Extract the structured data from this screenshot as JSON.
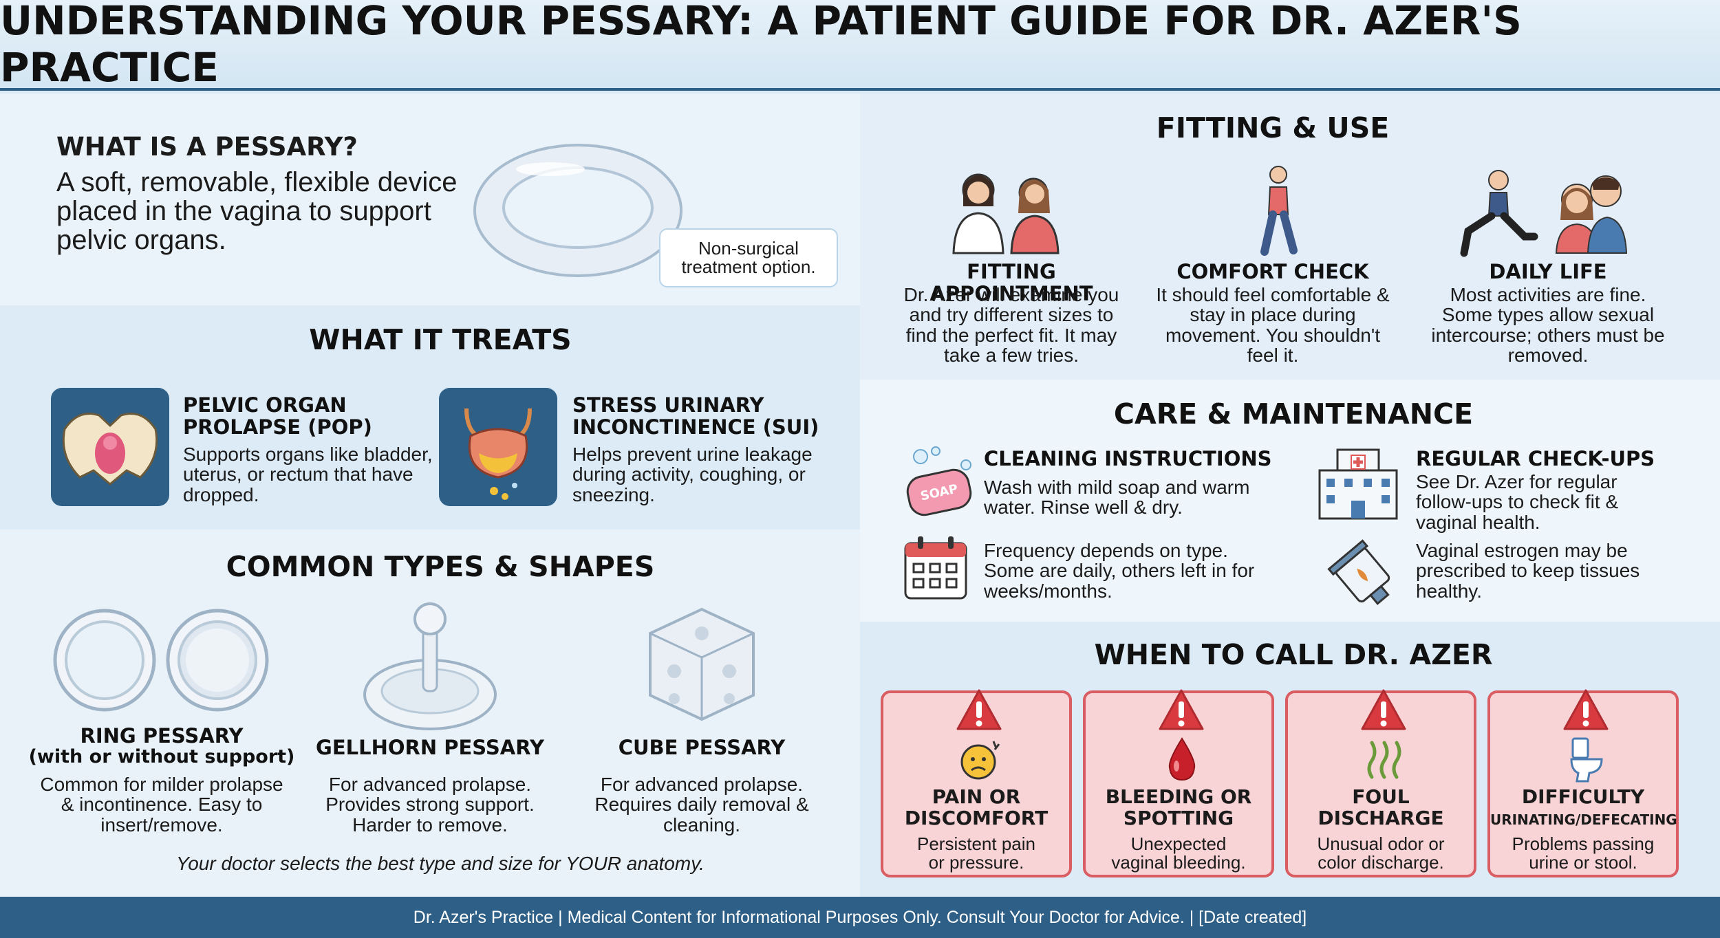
{
  "header": {
    "title": "UNDERSTANDING YOUR PESSARY: A PATIENT GUIDE FOR DR. AZER'S PRACTICE"
  },
  "what_is": {
    "title": "WHAT IS A PESSARY?",
    "description": "A soft, removable, flexible device placed in the vagina to support pelvic organs.",
    "callout": "Non-surgical treatment option.",
    "icon": "ring-pessary-icon"
  },
  "treats": {
    "title": "WHAT IT TREATS",
    "items": [
      {
        "title": "PELVIC ORGAN PROLAPSE (POP)",
        "description": "Supports organs like bladder, uterus, or rectum that have dropped.",
        "icon": "pelvis-icon"
      },
      {
        "title": "STRESS URINARY INCONCTINENCE (SUI)",
        "description": "Helps prevent urine leakage during activity, coughing, or sneezing.",
        "icon": "bladder-icon"
      }
    ]
  },
  "types": {
    "title": "COMMON TYPES & SHAPES",
    "items": [
      {
        "title": "RING PESSARY",
        "subtitle": "(with or without support)",
        "description": "Common for milder prolapse & incontinence. Easy to insert/remove.",
        "icon": "ring-pessary-icon"
      },
      {
        "title": "GELLHORN PESSARY",
        "description": "For advanced prolapse. Provides strong support. Harder to remove.",
        "icon": "gellhorn-pessary-icon"
      },
      {
        "title": "CUBE PESSARY",
        "description": "For advanced prolapse. Requires daily removal & cleaning.",
        "icon": "cube-pessary-icon"
      }
    ],
    "note": "Your doctor selects the best type and size for YOUR anatomy."
  },
  "fitting": {
    "title": "FITTING & USE",
    "items": [
      {
        "title": "FITTING APPOINTMENT",
        "description": "Dr. Azer will examine you and try different sizes to find the perfect fit. It may take a few tries.",
        "icon": "doctor-patient-icon"
      },
      {
        "title": "COMFORT CHECK",
        "description": "It should feel comfortable & stay in place during movement. You shouldn't feel it.",
        "icon": "walking-woman-icon"
      },
      {
        "title": "DAILY LIFE",
        "description": "Most activities are fine. Some types allow sexual intercourse; others must be removed.",
        "icon": "active-couple-icon"
      }
    ]
  },
  "care": {
    "title": "CARE & MAINTENANCE",
    "cleaning": {
      "title": "CLEANING INSTRUCTIONS",
      "description": "Wash with mild soap and warm water. Rinse well & dry.",
      "icon_label": "SOAP",
      "icon": "soap-icon"
    },
    "frequency": {
      "description": "Frequency depends on type. Some are daily, others left in for weeks/months.",
      "icon": "calendar-icon"
    },
    "checkups": {
      "title": "REGULAR CHECK-UPS",
      "description": "See Dr. Azer for regular follow-ups to check fit & vaginal health.",
      "icon": "hospital-icon"
    },
    "estrogen": {
      "description": "Vaginal estrogen may be prescribed to keep tissues healthy.",
      "icon": "cream-tube-icon"
    }
  },
  "call": {
    "title": "WHEN TO CALL DR. AZER",
    "items": [
      {
        "title1": "PAIN OR",
        "title2": "DISCOMFORT",
        "description1": "Persistent pain",
        "description2": "or pressure.",
        "icon": "sad-face-icon"
      },
      {
        "title1": "BLEEDING OR",
        "title2": "SPOTTING",
        "description1": "Unexpected",
        "description2": "vaginal bleeding.",
        "icon": "blood-drop-icon"
      },
      {
        "title1": "FOUL",
        "title2": "DISCHARGE",
        "description1": "Unusual odor or",
        "description2": "color discharge.",
        "icon": "odor-icon"
      },
      {
        "title1": "DIFFICULTY",
        "title2": "URINATING/DEFECATING",
        "description1": "Problems passing",
        "description2": "urine or stool.",
        "icon": "toilet-icon"
      }
    ]
  },
  "footer": {
    "text": "Dr. Azer's Practice | Medical Content for Informational Purposes Only. Consult Your Doctor for Advice. | [Date created]"
  },
  "colors": {
    "navy": "#2e5f86",
    "alert_red": "#d93a3f",
    "alert_bg": "#f8d4d6",
    "panel_blue": "#dcebf6"
  }
}
